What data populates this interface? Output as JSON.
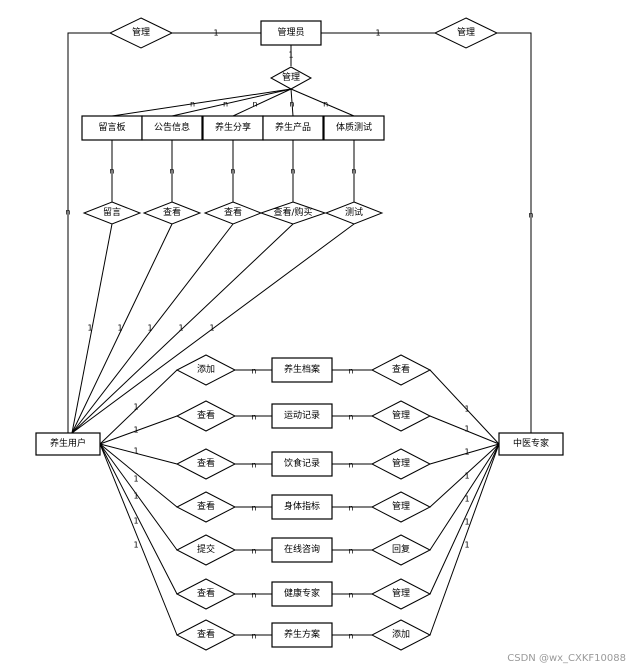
{
  "entities": {
    "admin": "管理员",
    "user": "养生用户",
    "expert": "中医专家",
    "board": "留言板",
    "notice": "公告信息",
    "share": "养生分享",
    "product": "养生产品",
    "test": "体质测试",
    "archive": "养生档案",
    "sport": "运动记录",
    "diet": "饮食记录",
    "body": "身体指标",
    "consult": "在线咨询",
    "health": "健康专家",
    "plan": "养生方案"
  },
  "relationships": {
    "admin_user": "管理",
    "admin_expert": "管理",
    "admin_items": "管理",
    "board": "留言",
    "notice": "查看",
    "share": "查看",
    "product": "查看/购买",
    "test": "测试",
    "user_archive": "添加",
    "user_sport": "查看",
    "user_diet": "查看",
    "user_body": "查看",
    "user_consult": "提交",
    "user_health": "查看",
    "user_plan": "查看",
    "expert_archive": "查看",
    "expert_sport": "管理",
    "expert_diet": "管理",
    "expert_body": "管理",
    "expert_consult": "回复",
    "expert_health": "管理",
    "expert_plan": "添加"
  },
  "cardinality": {
    "one": "1",
    "many": "n"
  },
  "watermark": "CSDN @wx_CXKF10088"
}
